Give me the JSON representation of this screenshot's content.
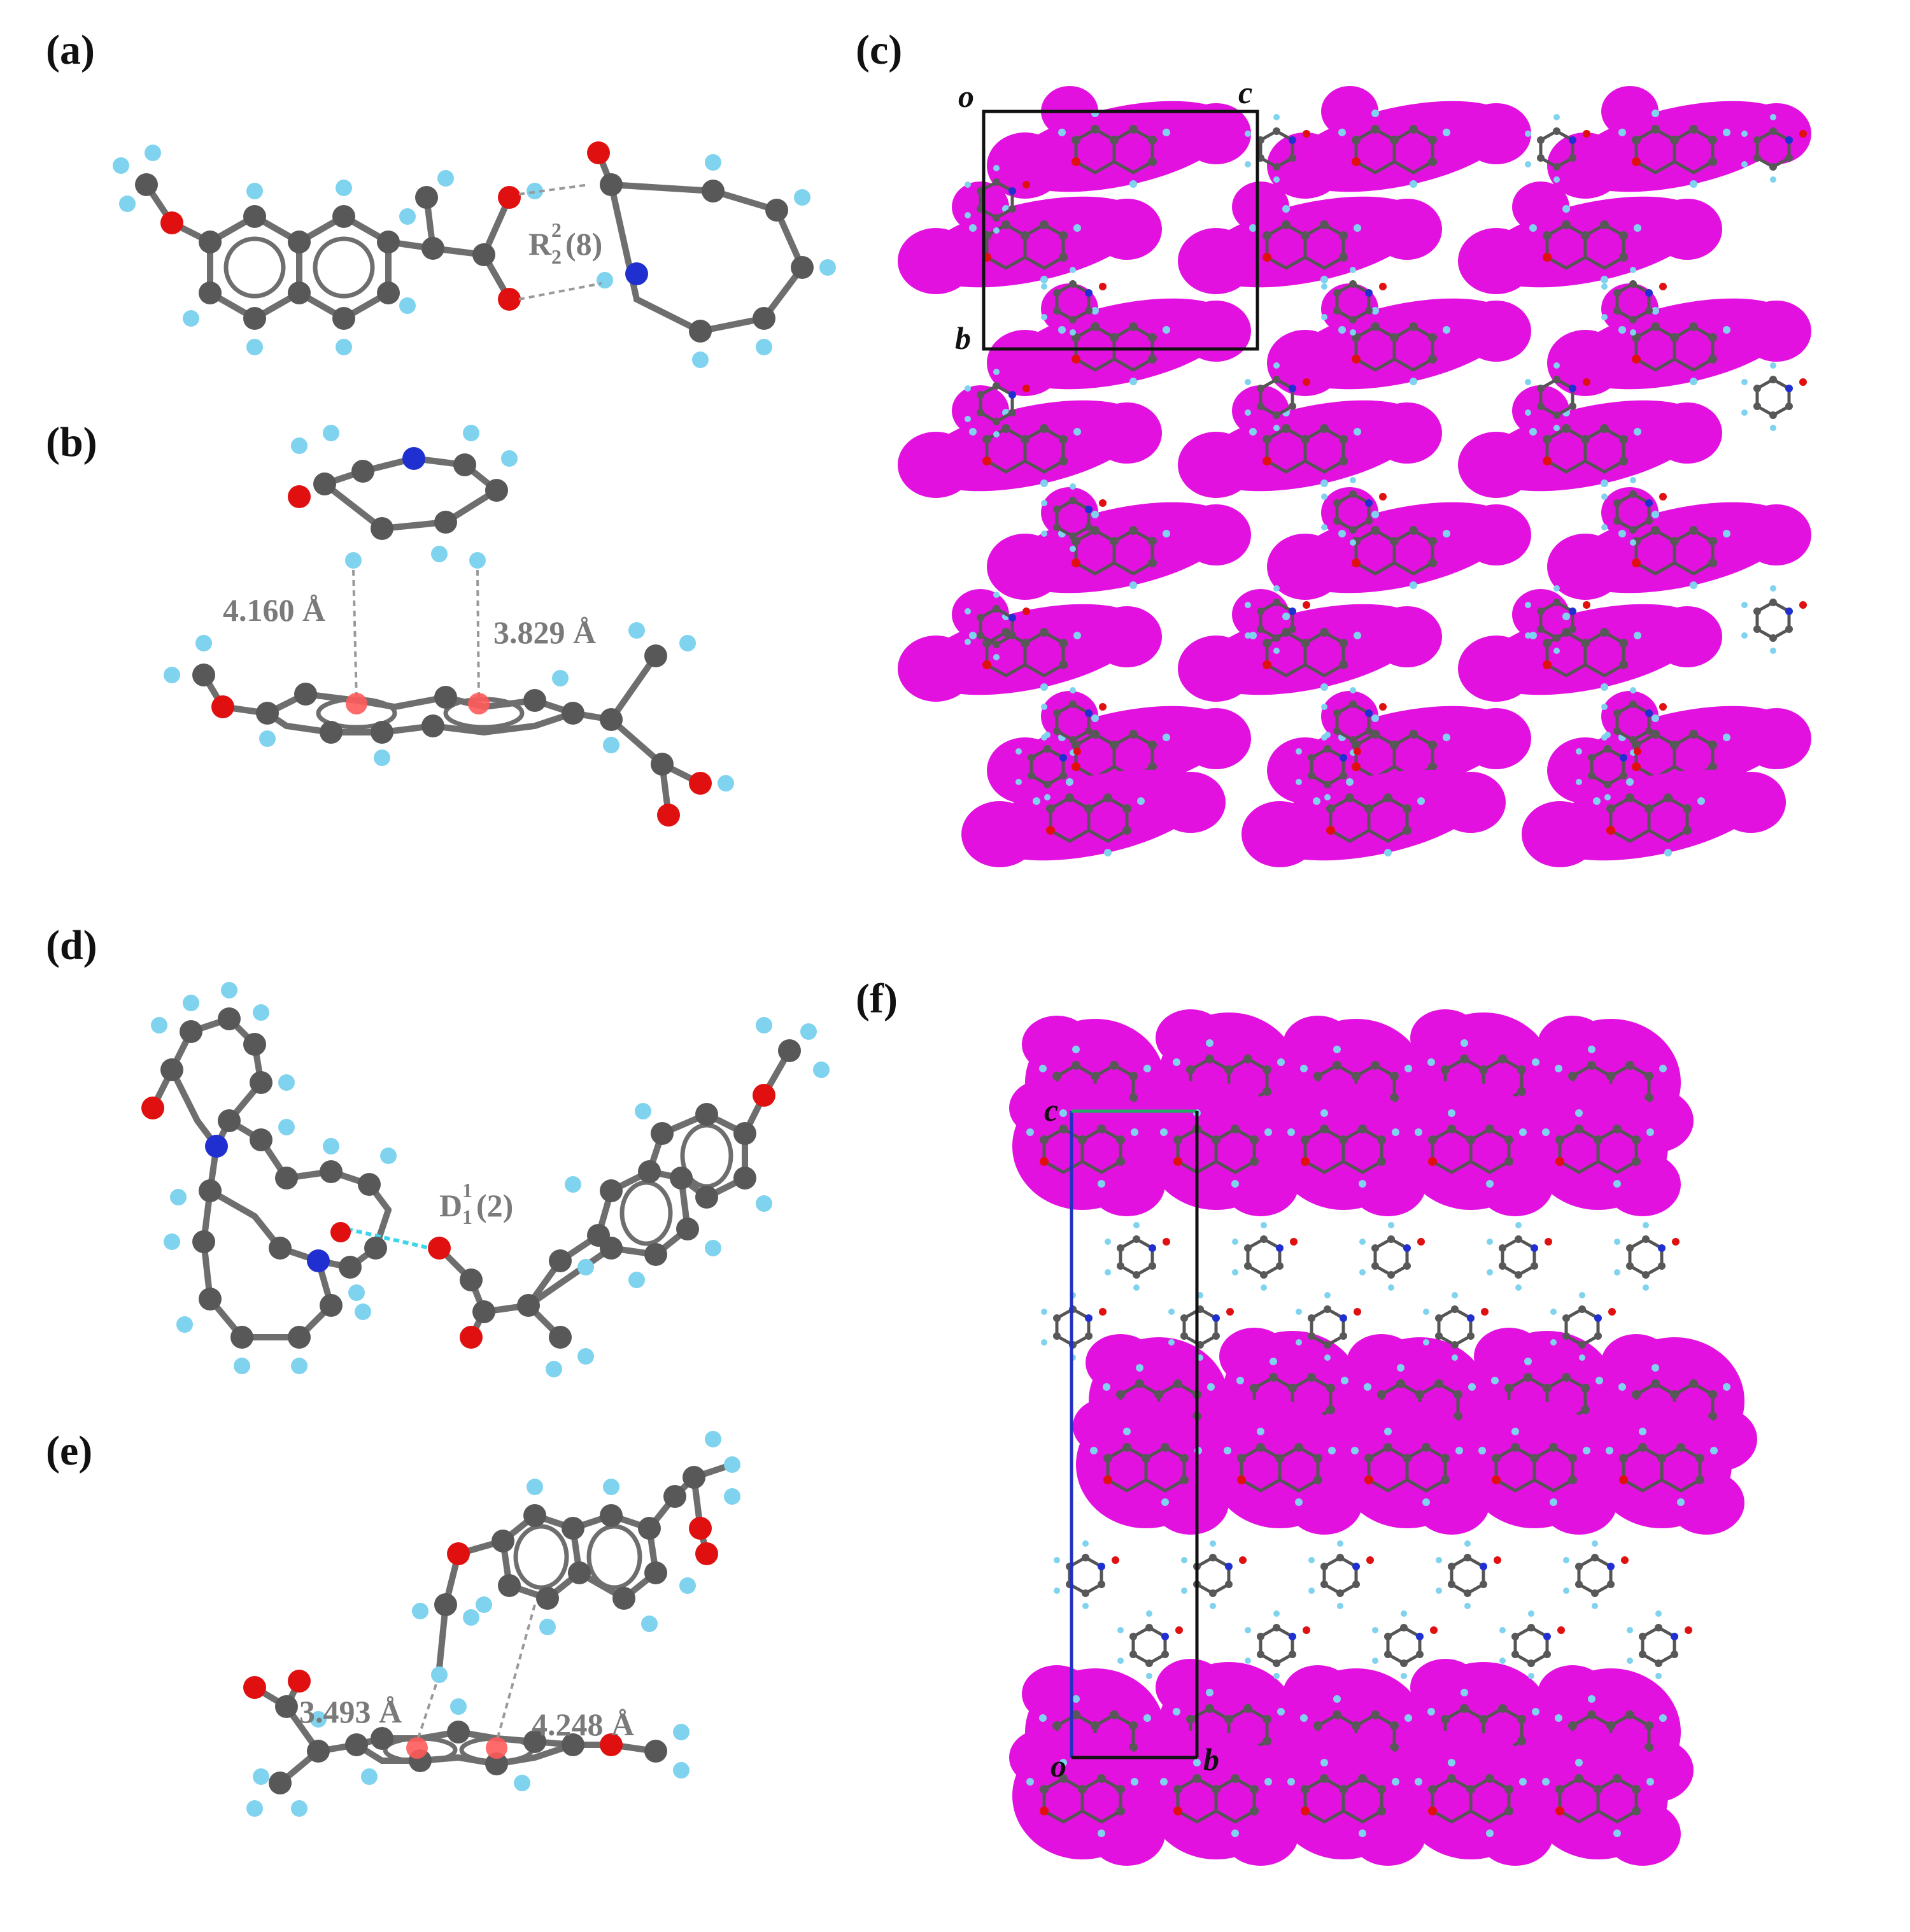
{
  "panels": {
    "a": {
      "label": "(a)",
      "motif": {
        "main": "R",
        "sup": "2",
        "sub": "2",
        "tail": "(8)"
      }
    },
    "b": {
      "label": "(b)",
      "distances": [
        "4.160 Å",
        "3.829 Å"
      ]
    },
    "c": {
      "label": "(c)",
      "axes": {
        "origin": "o",
        "c": "c",
        "b": "b"
      }
    },
    "d": {
      "label": "(d)",
      "motif": {
        "main": "D",
        "sup": "1",
        "sub": "1",
        "tail": "(2)"
      }
    },
    "e": {
      "label": "(e)",
      "distances": [
        "3.493 Å",
        "4.248 Å"
      ]
    },
    "f": {
      "label": "(f)",
      "axes": {
        "origin": "o",
        "c": "c",
        "b": "b"
      }
    }
  },
  "colors": {
    "carbon": "#585858",
    "hydrogen": "#7fd3ee",
    "oxygen": "#e01010",
    "nitrogen": "#2030d0",
    "surface": "#e311e0",
    "centroid": "#ff5a5a",
    "cell_c_axis_f": "#22aa66",
    "cell_b_axis_f": "#2030c0"
  }
}
